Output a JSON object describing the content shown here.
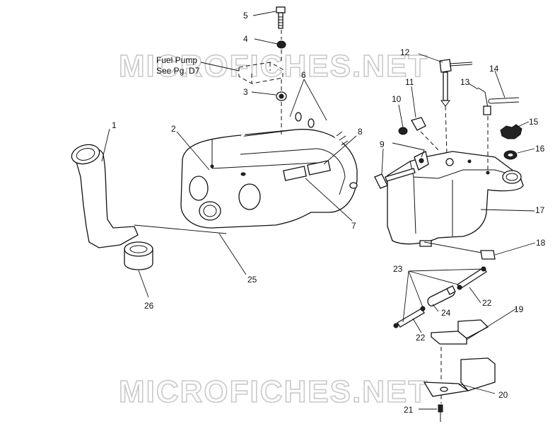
{
  "watermark": "MICROFICHES.NET",
  "note": {
    "line1": "Fuel Pump",
    "line2": "See Pg. D7"
  },
  "callouts": [
    "1",
    "2",
    "3",
    "4",
    "5",
    "6",
    "7",
    "8",
    "9",
    "10",
    "11",
    "12",
    "13",
    "14",
    "15",
    "16",
    "17",
    "18",
    "19",
    "20",
    "21",
    "22",
    "22",
    "23",
    "24",
    "25",
    "26"
  ]
}
